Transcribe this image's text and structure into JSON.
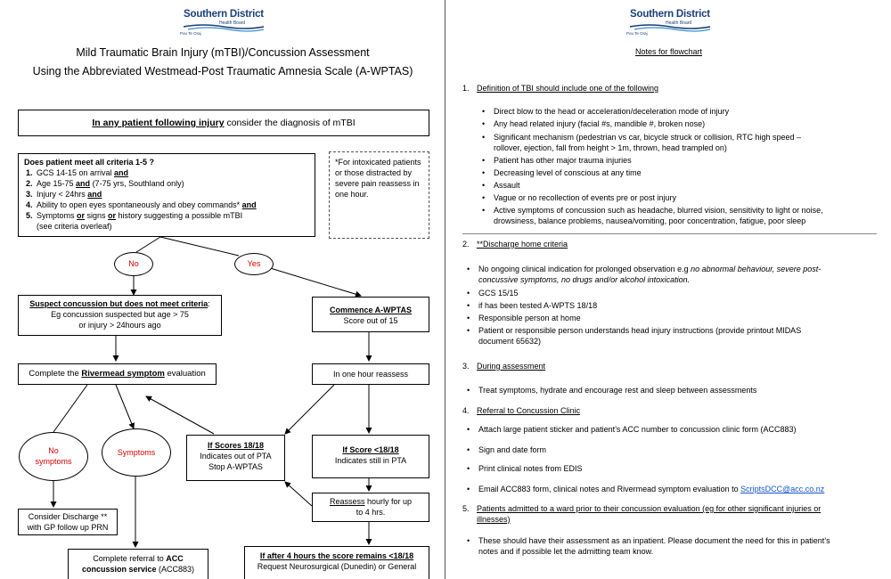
{
  "logo": {
    "title": "Southern District",
    "subtitle": "Health Board",
    "maori": "Pou Te Oraj"
  },
  "left": {
    "title_line1": "Mild Traumatic Brain Injury (mTBI)/Concussion Assessment",
    "title_line2": "Using the Abbreviated Westmead-Post Traumatic Amnesia Scale (A-WPTAS)",
    "box_injury": {
      "bold": "In any patient following injury",
      "rest": " consider the diagnosis of mTBI"
    },
    "criteria": {
      "heading": "Does patient meet all criteria 1-5 ?",
      "items": [
        {
          "num": "1.",
          "a": "GCS 14-15 on arrival ",
          "b": "and",
          "c": ""
        },
        {
          "num": "2.",
          "a": "Age 15-75 ",
          "b": "and",
          "c": " (7-75 yrs, Southland only)"
        },
        {
          "num": "3.",
          "a": "Injury < 24hrs ",
          "b": "and",
          "c": ""
        },
        {
          "num": "4.",
          "a": "Ability to open eyes spontaneously and obey commands* ",
          "b": "and",
          "c": ""
        },
        {
          "num": "5.",
          "a": "Symptoms ",
          "b": "or",
          "c": " signs ",
          "d": "or",
          "e": " history suggesting a possible mTBI"
        }
      ],
      "item5_line2": "(see criteria overleaf)"
    },
    "note_box": "*For intoxicated patients or those distracted by severe pain reassess in one hour.",
    "oval_no": "No",
    "oval_yes": "Yes",
    "suspect": {
      "heading": "Suspect concussion but does not meet criteria",
      "colon": ":",
      "line2": "Eg concussion suspected but age > 75",
      "line3": "or injury > 24hours ago"
    },
    "commence": {
      "heading": "Commence A-WPTAS",
      "line2": "Score out of 15"
    },
    "rivermead": {
      "a": "Complete the ",
      "b": "Rivermead symptom",
      "c": " evaluation"
    },
    "one_hour": "In one hour reassess",
    "oval_no_symptoms_1": "No",
    "oval_no_symptoms_2": "symptoms",
    "oval_symptoms": "Symptoms",
    "scores18": {
      "heading": "If Scores 18/18",
      "line2": "Indicates out of PTA",
      "line3": "Stop A-WPTAS"
    },
    "scoreLess": {
      "heading": "If Score <18/18",
      "line2": "Indicates still in PTA"
    },
    "reassess": {
      "a": "Reassess",
      "b": " hourly for up",
      "c": "to 4 hrs."
    },
    "discharge": {
      "line1": "Consider Discharge **",
      "line2": "with GP follow up PRN"
    },
    "acc": {
      "line1": "Complete referral to ",
      "bold1": "ACC",
      "bold2": "concussion service",
      "line2": " (ACC883)"
    },
    "four_hours": {
      "heading": "If after 4 hours the score remains <18/18",
      "line2": "Request Neurosurgical (Dunedin) or General"
    }
  },
  "right": {
    "title": "Notes for flowchart",
    "s1": {
      "num": "1.",
      "head": "Definition of TBI should include one of the following"
    },
    "s1_items": [
      "Direct blow to the head or acceleration/deceleration mode of injury",
      "Any head related injury (facial #s, mandible #, broken nose)",
      "Significant mechanism (pedestrian vs car, bicycle struck or collision, RTC high speed –",
      "rollover, ejection, fall from height > 1m, thrown, head trampled on)",
      "Patient has other major trauma injuries",
      "Decreasing level of conscious at any time",
      "Assault",
      "Vague or no recollection of events pre or post injury",
      "Active symptoms of concussion such as headache, blurred vision, sensitivity to light or noise,",
      "drowsiness, balance problems, nausea/vomiting, poor concentration, fatigue, poor sleep"
    ],
    "s2": {
      "num": "2.",
      "head": "**Discharge home criteria"
    },
    "s2_items": {
      "a1": "No ongoing clinical indication for prolonged observation e.g ",
      "a2": "no abnormal behaviour, severe post-",
      "a3": "concussive symptoms, no drugs and/or alcohol intoxication.",
      "b": "GCS 15/15",
      "c": "if has been tested A-WPTS 18/18",
      "d": "Responsible person at home",
      "e1": "Patient or responsible person understands head injury instructions (provide printout MIDAS",
      "e2": "document 65632)"
    },
    "s3": {
      "num": "3.",
      "head": "During assessment"
    },
    "s3_item": "Treat symptoms, hydrate and encourage rest and sleep between assessments",
    "s4": {
      "num": "4.",
      "head": "Referral to Concussion Clinic"
    },
    "s4_items": {
      "a": "Attach large patient sticker and patient’s ACC number to concussion clinic form (ACC883)",
      "b": "Sign and date form",
      "c": "Print clinical notes from EDIS",
      "d": "Email ACC883 form, clinical notes and Rivermead symptom evaluation to ",
      "email": "ScriptsDCC@acc.co.nz"
    },
    "s5": {
      "num": "5.",
      "head1": "Patients admitted to a ward prior to their concussion evaluation (eg for other significant injuries or",
      "head2": "illnesses)"
    },
    "s5_item1": "These should have their assessment as an inpatient. Please document the need for this in patient’s",
    "s5_item2": "notes and if possible let the admitting team know."
  }
}
